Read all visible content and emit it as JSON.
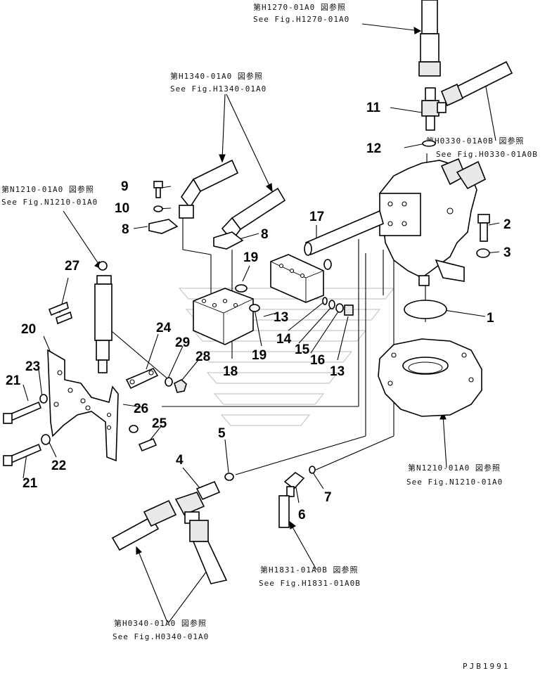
{
  "references": [
    {
      "id": "h1270",
      "jp": "第H1270-01A0 図参照",
      "en": "See Fig.H1270-01A0"
    },
    {
      "id": "h1340",
      "jp": "第H1340-01A0 図参照",
      "en": "See Fig.H1340-01A0"
    },
    {
      "id": "h0330",
      "jp": "第H0330-01A0B 図参照",
      "en": "See Fig.H0330-01A0B"
    },
    {
      "id": "n1210a",
      "jp": "第N1210-01A0 図参照",
      "en": "See Fig.N1210-01A0"
    },
    {
      "id": "n1210b",
      "jp": "第N1210-01A0 図参照",
      "en": "See Fig.N1210-01A0"
    },
    {
      "id": "h1831",
      "jp": "第H1831-01A0B 図参照",
      "en": "See Fig.H1831-01A0B"
    },
    {
      "id": "h0340",
      "jp": "第H0340-01A0 図参照",
      "en": "See Fig.H0340-01A0"
    }
  ],
  "callouts": [
    "1",
    "2",
    "3",
    "4",
    "5",
    "6",
    "7",
    "8",
    "8",
    "9",
    "10",
    "11",
    "12",
    "13",
    "13",
    "14",
    "15",
    "16",
    "17",
    "18",
    "19",
    "19",
    "20",
    "21",
    "21",
    "22",
    "23",
    "24",
    "25",
    "26",
    "27",
    "28",
    "29"
  ],
  "drawing_code": "PJB1991"
}
